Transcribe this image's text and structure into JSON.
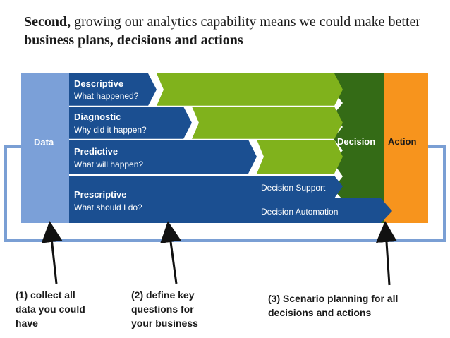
{
  "title": {
    "lead_bold": "Second,",
    "lead_text": " growing our analytics capability means we could make better ",
    "tail_bold": "business plans, decisions and actions"
  },
  "diagram": {
    "data_label": "Data",
    "decision_label": "Decision",
    "action_label": "Action",
    "rows": [
      {
        "title": "Descriptive",
        "subtitle": "What happened?"
      },
      {
        "title": "Diagnostic",
        "subtitle": "Why did it happen?"
      },
      {
        "title": "Predictive",
        "subtitle": "What will happen?"
      },
      {
        "title": "Prescriptive",
        "subtitle": "What should I do?"
      }
    ],
    "decision_support": "Decision Support",
    "decision_automation": "Decision Automation",
    "colors": {
      "data": "#7ba0d8",
      "navy": "#1b4f91",
      "green": "#80b21c",
      "dark_green": "#346b16",
      "orange": "#f7941d",
      "loop": "#7a9fd4"
    }
  },
  "notes": {
    "note1": [
      "(1) collect all",
      "data you could",
      "have"
    ],
    "note2": [
      "(2) define key",
      "questions for",
      "your business"
    ],
    "note3": [
      "(3) Scenario planning for all",
      "decisions and actions"
    ]
  }
}
